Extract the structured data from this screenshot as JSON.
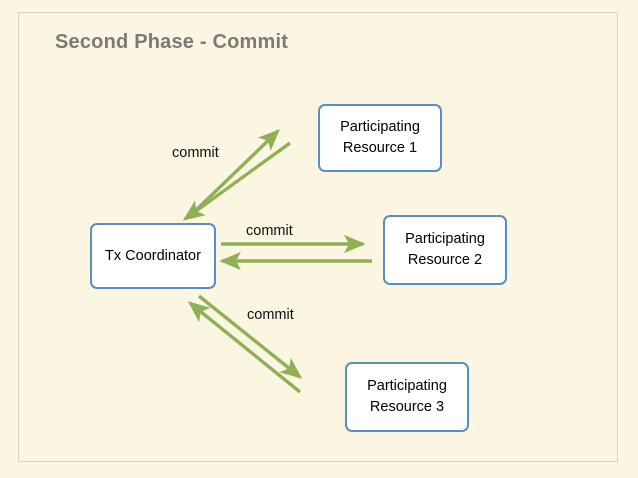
{
  "slide": {
    "title": "Second Phase - Commit",
    "background_color": "#fbf6e1",
    "frame_color": "#d8d3b8",
    "title_color": "#7b7b74"
  },
  "theme": {
    "box_border_color": "#5b8dc0",
    "box_fill_color": "#ffffff",
    "arrow_color": "#8fb055",
    "text_color": "#101010"
  },
  "nodes": [
    {
      "id": "tx-coordinator",
      "line1": "Tx Coordinator",
      "line2": ""
    },
    {
      "id": "participating-resource-1",
      "line1": "Participating",
      "line2": "Resource 1"
    },
    {
      "id": "participating-resource-2",
      "line1": "Participating",
      "line2": "Resource 2"
    },
    {
      "id": "participating-resource-3",
      "line1": "Participating",
      "line2": "Resource 3"
    }
  ],
  "edges": [
    {
      "id": "coordinator-to-resource-1",
      "label": "commit",
      "direction": "up-right"
    },
    {
      "id": "coordinator-to-resource-2",
      "label": "commit",
      "direction": "right"
    },
    {
      "id": "coordinator-to-resource-3",
      "label": "commit",
      "direction": "down-right"
    }
  ]
}
